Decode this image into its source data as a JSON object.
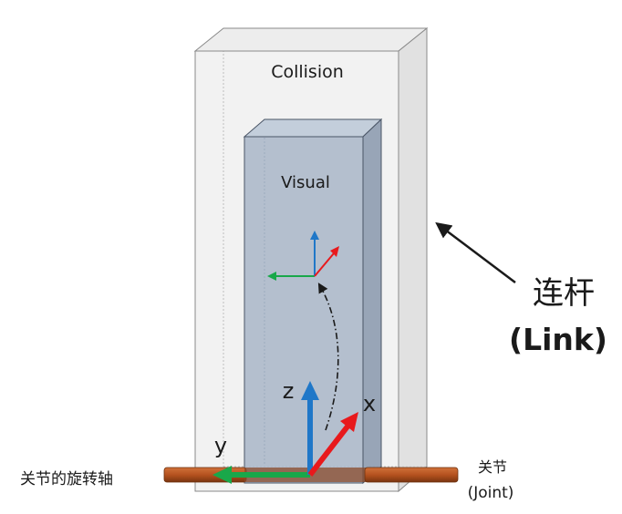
{
  "labels": {
    "collision": "Collision",
    "visual": "Visual",
    "link_cn": "连杆",
    "link_en": "(Link)",
    "joint_cn": "关节",
    "joint_en": "(Joint)",
    "rotation_axis": "关节的旋转轴",
    "axis_x": "x",
    "axis_y": "y",
    "axis_z": "z"
  },
  "colors": {
    "axis_x": "#e8191c",
    "axis_y": "#19a84a",
    "axis_z": "#1f77c8",
    "joint_rod": "#b5521f",
    "visual_fill": "#a9b6c8",
    "collision_fill": "#e6e6e6"
  }
}
